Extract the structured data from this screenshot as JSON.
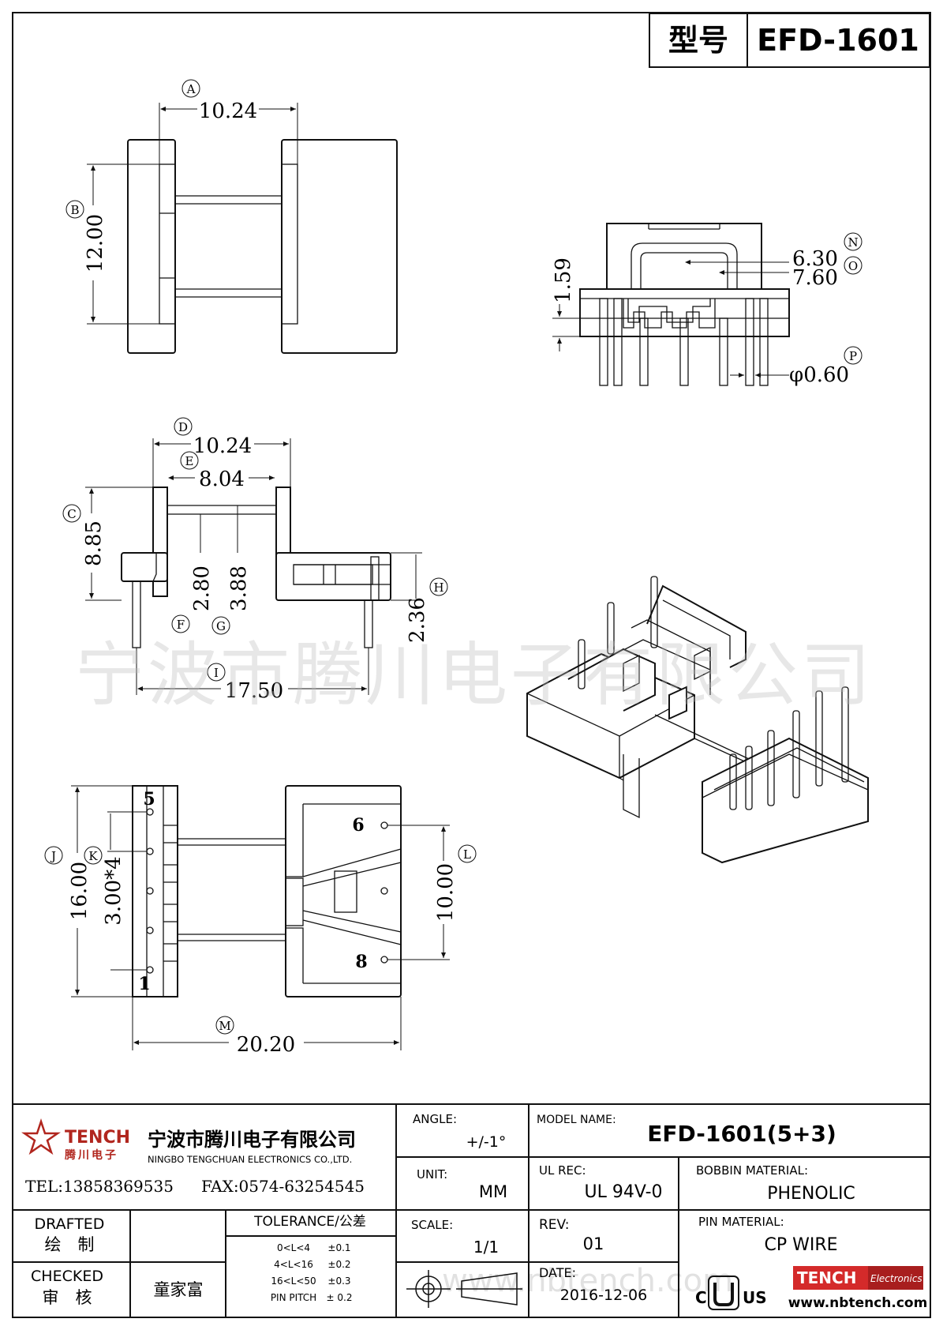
{
  "model_box": {
    "label": "型号",
    "value": "EFD-1601"
  },
  "dimensions": {
    "A": {
      "tag": "A",
      "value": "10.24"
    },
    "B": {
      "tag": "B",
      "value": "12.00"
    },
    "C": {
      "tag": "C",
      "value": "8.85"
    },
    "D": {
      "tag": "D",
      "value": "10.24"
    },
    "E": {
      "tag": "E",
      "value": "8.04"
    },
    "F": {
      "tag": "F",
      "value": "2.80"
    },
    "G": {
      "tag": "G",
      "value": "3.88"
    },
    "H": {
      "tag": "H",
      "value": "2.36"
    },
    "I": {
      "tag": "I",
      "value": "17.50"
    },
    "J": {
      "tag": "J",
      "value": "16.00"
    },
    "K": {
      "tag": "K",
      "value": "3.00*4"
    },
    "L": {
      "tag": "L",
      "value": "10.00"
    },
    "M": {
      "tag": "M",
      "value": "20.20"
    },
    "N": {
      "tag": "N",
      "value": "6.30"
    },
    "O": {
      "tag": "O",
      "value": "7.60"
    },
    "P": {
      "tag": "P",
      "value": "φ0.60"
    },
    "side_h": {
      "value": "1.59"
    }
  },
  "pin_numbers": {
    "p5": "5",
    "p1": "1",
    "p6": "6",
    "p8": "8"
  },
  "watermark": {
    "text": "宁波市腾川电子有限公司",
    "site": "www.nbtench.com"
  },
  "title_block": {
    "logo_brand": "TENCH",
    "logo_cn": "腾川电子",
    "company_cn": "宁波市腾川电子有限公司",
    "company_en": "NINGBO TENGCHUAN ELECTRONICS CO.,LTD.",
    "tel": "TEL:13858369535",
    "fax": "FAX:0574-63254545",
    "angle_label": "ANGLE:",
    "angle_value": "+/-1°",
    "model_label": "MODEL NAME:",
    "model_value": "EFD-1601(5+3)",
    "unit_label": "UNIT:",
    "unit_value": "MM",
    "ul_label": "UL REC:",
    "ul_value": "UL 94V-0",
    "bobbin_label": "BOBBIN MATERIAL:",
    "bobbin_value": "PHENOLIC",
    "drafted_en": "DRAFTED",
    "drafted_cn": "绘　制",
    "tolerance_label": "TOLERANCE/公差",
    "tolerances": [
      {
        "range": "0<L<4",
        "value": "±0.1"
      },
      {
        "range": "4<L<16",
        "value": "±0.2"
      },
      {
        "range": "16<L<50",
        "value": "±0.3"
      },
      {
        "range": "PIN PITCH",
        "value": "± 0.2"
      }
    ],
    "scale_label": "SCALE:",
    "scale_value": "1/1",
    "rev_label": "REV:",
    "rev_value": "01",
    "pin_material_label": "PIN MATERIAL:",
    "pin_material_value": "CP WIRE",
    "checked_en": "CHECKED",
    "checked_cn": "审　核",
    "checker": "童家富",
    "date_label": "DATE:",
    "date_value": "2016-12-06",
    "ul_mark_c": "C",
    "ul_mark_us": "US",
    "badge_brand": "TENCH",
    "badge_sub": "Electronics",
    "website": "www.nbtench.com"
  }
}
